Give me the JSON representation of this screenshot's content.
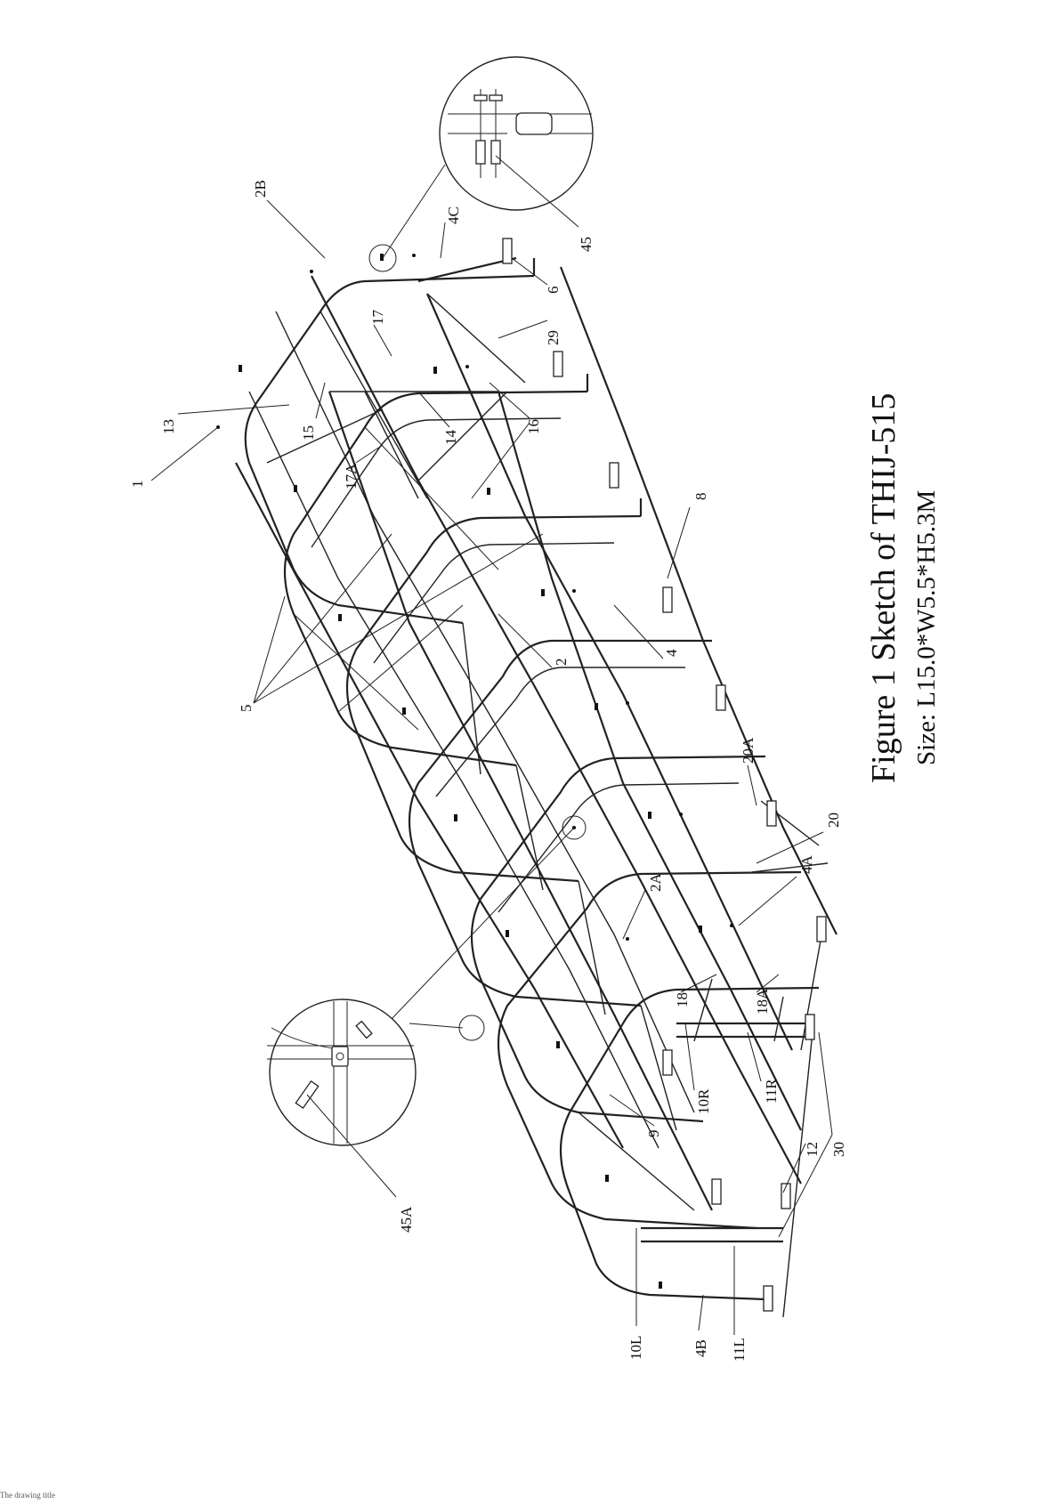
{
  "caption": {
    "figure": "Figure 1  Sketch of THIJ-515",
    "size": "Size: L15.0*W5.5*H5.3M"
  },
  "labels": {
    "l1": "1",
    "l2": "2",
    "l2A": "2A",
    "l2B": "2B",
    "l4": "4",
    "l4A": "4A",
    "l4B": "4B",
    "l4C": "4C",
    "l5": "5",
    "l6": "6",
    "l8": "8",
    "l9": "9",
    "l10L": "10L",
    "l10R": "10R",
    "l11L": "11L",
    "l11R": "11R",
    "l12": "12",
    "l13": "13",
    "l14": "14",
    "l15": "15",
    "l16": "16",
    "l17": "17",
    "l17A": "17A",
    "l18": "18",
    "l18A": "18A",
    "l20": "20",
    "l20A": "20A",
    "l29": "29",
    "l30": "30",
    "l45": "45",
    "l45A": "45A"
  },
  "footer_fragment": "The drawing title"
}
